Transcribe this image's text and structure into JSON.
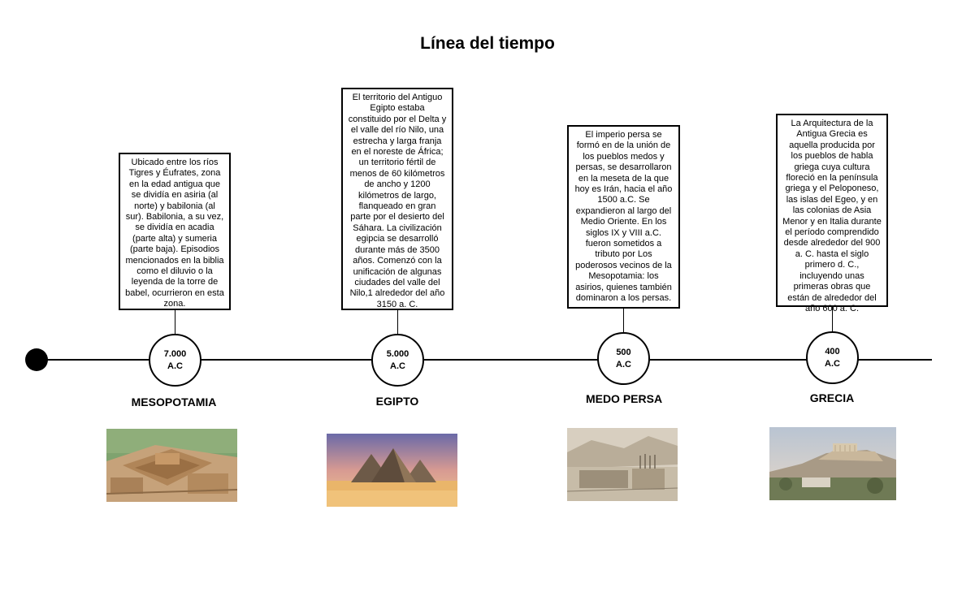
{
  "page": {
    "title": "Línea del tiempo"
  },
  "eras": [
    {
      "date_line1": "7.000",
      "date_line2": "A.C",
      "name": "MESOPOTAMIA",
      "description": "Ubicado entre los ríos Tigres y Éufrates, zona en la edad antigua que se dividía en asiria (al norte) y babilonia (al sur). Babilonia, a su vez, se dividía en acadia (parte alta) y sumeria (parte baja). Episodios mencionados en la biblia como el diluvio o la leyenda de la torre de babel, ocurrieron en esta zona.",
      "image": "mesopotamian-city-illustration"
    },
    {
      "date_line1": "5.000",
      "date_line2": "A.C",
      "name": "EGIPTO",
      "description": "El territorio del Antiguo Egipto estaba constituido por el Delta y el valle del río Nilo, una estrecha y larga franja en el noreste de África; un territorio fértil de menos de 60 kilómetros de ancho y 1200 kilómetros de largo, flanqueado en gran parte por el desierto del Sáhara. La civilización egipcia se desarrolló durante más de 3500 años. Comenzó con la unificación de algunas ciudades del valle del Nilo,1 alrededor del año 3150 a. C.",
      "image": "pyramids-of-giza-photo"
    },
    {
      "date_line1": "500",
      "date_line2": "A.C",
      "name": "MEDO PERSA",
      "description": "El imperio persa se formó en de la unión de los pueblos medos y persas, se desarrollaron en la meseta de la que hoy es Irán, hacia el año 1500 a.C. Se expandieron al largo del Medio Oriente. En los siglos IX y VIII a.C. fueron sometidos a tributo por Los poderosos vecinos de la Mesopotamia: los asirios, quienes también dominaron a los persas.",
      "image": "persepolis-ruins-drawing"
    },
    {
      "date_line1": "400",
      "date_line2": "A.C",
      "name": "GRECIA",
      "description": "La Arquitectura de la Antigua Grecia es aquella producida por los pueblos de habla griega cuya cultura floreció en la península griega y el Peloponeso, las islas del Egeo, y en las colonias de Asia Menor y en Italia durante el período comprendido desde alrededor del 900 a. C. hasta el siglo primero d. C., incluyendo unas primeras obras que están de alrededor del año 600 a. C.",
      "image": "athens-acropolis-photo"
    }
  ]
}
